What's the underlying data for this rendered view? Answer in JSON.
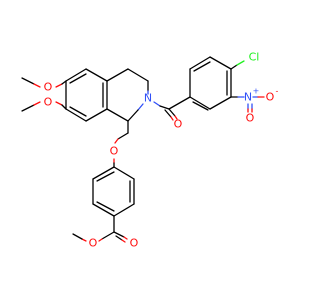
{
  "molecule": {
    "atom_labels": {
      "chlorine": "Cl",
      "nitro_nitrogen": "N",
      "nitro_charge_pos": "+",
      "nitro_oxygen": "O",
      "nitro_charge_neg": "-",
      "amide_nitrogen": "N",
      "carbonyl_oxygen": "O",
      "methoxy_oxygen_top": "O",
      "methoxy_oxygen_bottom": "O",
      "ether_oxygen": "O",
      "ester_carbonyl_oxygen": "O",
      "ester_oxygen": "O"
    },
    "element_colors": {
      "carbon": "#000000",
      "oxygen": "#ff0d0d",
      "nitrogen": "#3050f8",
      "chlorine": "#1ff01f"
    }
  }
}
